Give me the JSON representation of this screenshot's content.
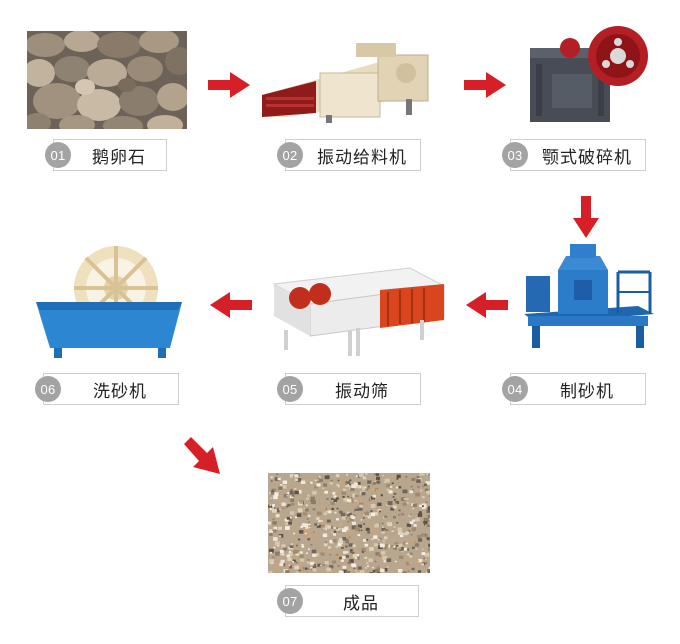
{
  "steps": [
    {
      "num": "01",
      "label": "鹅卵石",
      "icon": "pebbles-image"
    },
    {
      "num": "02",
      "label": "振动给料机",
      "icon": "vibrating-feeder-image"
    },
    {
      "num": "03",
      "label": "颚式破碎机",
      "icon": "jaw-crusher-image"
    },
    {
      "num": "04",
      "label": "制砂机",
      "icon": "sand-making-machine-image"
    },
    {
      "num": "05",
      "label": "振动筛",
      "icon": "vibrating-screen-image"
    },
    {
      "num": "06",
      "label": "洗砂机",
      "icon": "sand-washer-image"
    },
    {
      "num": "07",
      "label": "成品",
      "icon": "finished-sand-image"
    }
  ],
  "colors": {
    "arrow": "#d61f26",
    "badge": "#a3a3a3",
    "border": "#cfcfcf"
  }
}
